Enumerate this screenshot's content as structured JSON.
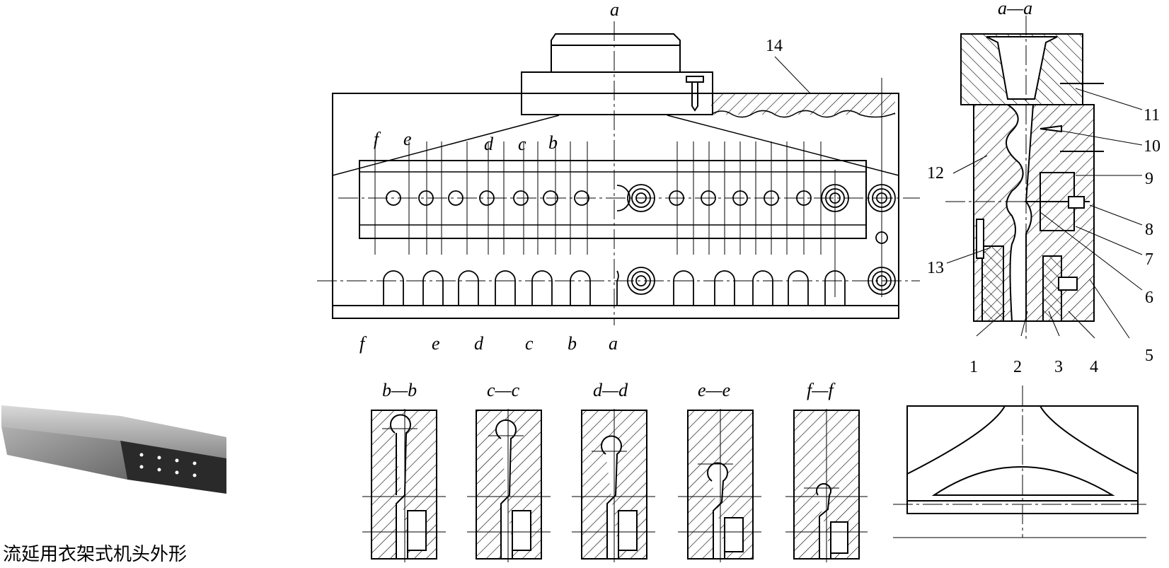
{
  "caption": "流延用衣架式机头外形",
  "section_labels": {
    "top_a": "a",
    "aa": "a—a",
    "bb": "b—b",
    "cc": "c—c",
    "dd": "d—d",
    "ee": "e—e",
    "ff": "f—f"
  },
  "plan_letters_upper": [
    "f",
    "e",
    "d",
    "c",
    "b"
  ],
  "plan_letters_lower": [
    "f",
    "e",
    "d",
    "c",
    "b",
    "a"
  ],
  "part_numbers": [
    "1",
    "2",
    "3",
    "4",
    "5",
    "6",
    "7",
    "8",
    "9",
    "10",
    "11",
    "12",
    "13",
    "14"
  ]
}
